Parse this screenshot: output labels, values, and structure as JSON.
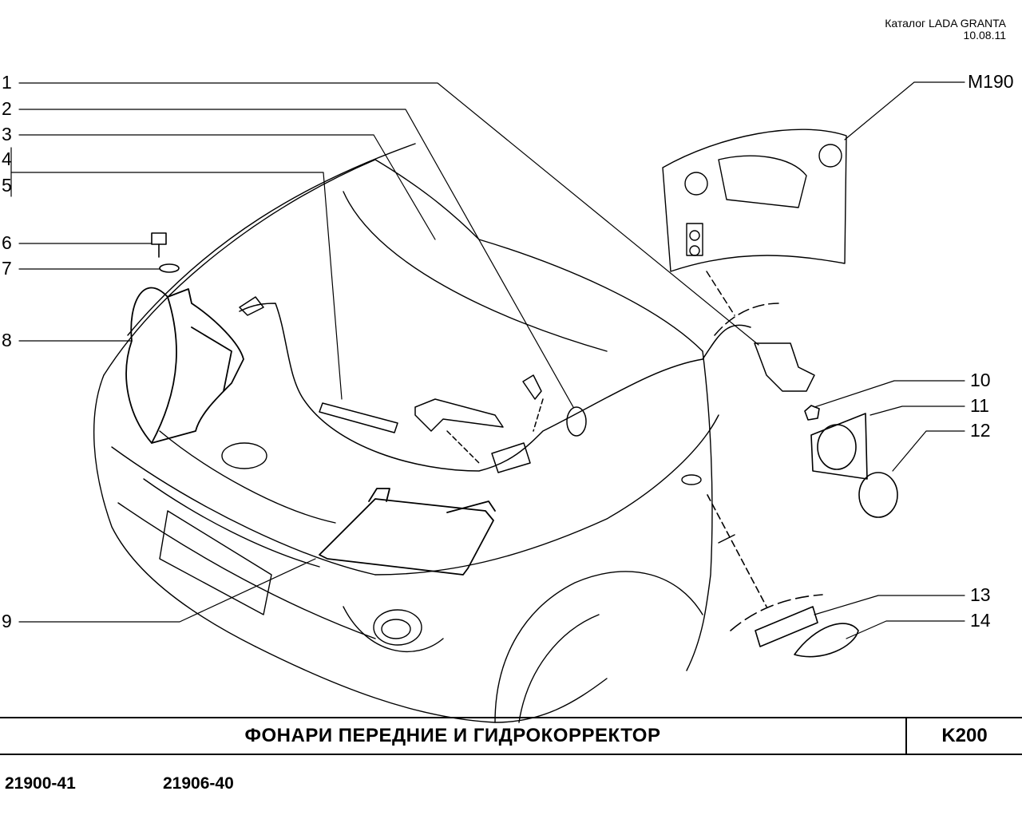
{
  "header": {
    "catalog": "Каталог LADA  GRANTA",
    "date": "10.08.11"
  },
  "callouts_left": [
    "1",
    "2",
    "3",
    "4",
    "5",
    "6",
    "7",
    "8",
    "9"
  ],
  "callouts_right": [
    "M190",
    "10",
    "11",
    "12",
    "13",
    "14"
  ],
  "footer": {
    "title": "ФОНАРИ  ПЕРЕДНИЕ  И  ГИДРОКОРРЕКТОР",
    "code": "K200"
  },
  "models": [
    "21900-41",
    "21906-40"
  ]
}
